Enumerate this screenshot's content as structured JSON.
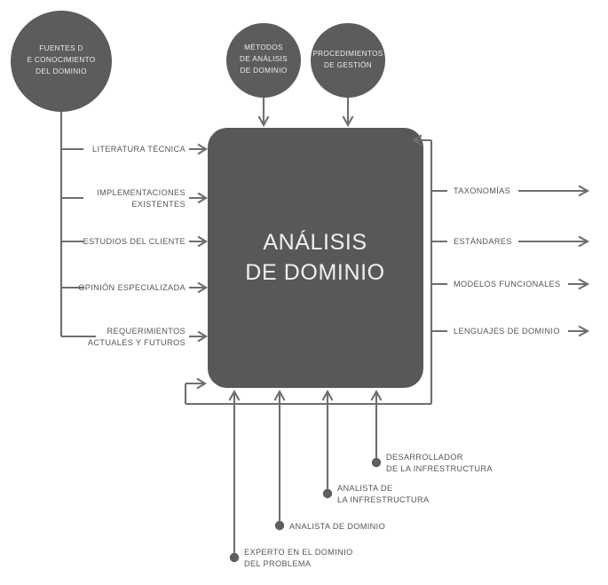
{
  "diagram": {
    "title": "ANÁLISIS DE DOMINIO",
    "type": "IDEF0 process diagram",
    "colors": {
      "node_fill": "#5c5c5c",
      "box_fill": "#585858",
      "line": "#6e6e6e",
      "label_text": "#555555",
      "inverse_text": "#f0f0f0",
      "background": "#ffffff"
    }
  },
  "process_box": {
    "title_line1": "ANÁLISIS",
    "title_line2": "DE DOMINIO"
  },
  "source_node": {
    "line1": "FUENTES D",
    "line2": "E CONOCIMIENTO",
    "line3": "DEL DOMINIO"
  },
  "control_nodes": [
    {
      "id": "metodos",
      "line1": "MÉTODOS",
      "line2": "DE ANÁLISIS",
      "line3": "DE DOMINIO"
    },
    {
      "id": "procedimientos",
      "line1": "PROCEDIMIENTOS",
      "line2": "DE GESTIÓN",
      "line3": ""
    }
  ],
  "inputs": [
    {
      "id": "literatura",
      "line1": "LITERATURA TÉCNICA",
      "line2": ""
    },
    {
      "id": "implementaciones",
      "line1": "IMPLEMENTACIONES",
      "line2": "EXISTENTES"
    },
    {
      "id": "estudios",
      "line1": "ESTUDIOS DEL CLIENTE",
      "line2": ""
    },
    {
      "id": "opinion",
      "line1": "OPINIÓN ESPECIALIZADA",
      "line2": ""
    },
    {
      "id": "requerimientos",
      "line1": "REQUERIMIENTOS",
      "line2": "ACTUALES Y FUTUROS"
    }
  ],
  "outputs": [
    {
      "id": "taxonomias",
      "label": "TAXONOMÍAS"
    },
    {
      "id": "estandares",
      "label": "ESTÁNDARES"
    },
    {
      "id": "modelos",
      "label": "MODELOS FUNCIONALES"
    },
    {
      "id": "lenguajes",
      "label": "LENGUAJES DE DOMINIO"
    }
  ],
  "mechanisms": [
    {
      "id": "experto",
      "line1": "EXPERTO EN EL DOMINIO",
      "line2": "DEL PROBLEMA"
    },
    {
      "id": "analista-dominio",
      "line1": "ANALISTA DE DOMINIO",
      "line2": ""
    },
    {
      "id": "analista-infra",
      "line1": "ANALISTA DE",
      "line2": "LA INFRESTRUCTURA"
    },
    {
      "id": "desarrollador",
      "line1": "DESARROLLADOR",
      "line2": "DE LA INFRESTRUCTURA"
    }
  ]
}
